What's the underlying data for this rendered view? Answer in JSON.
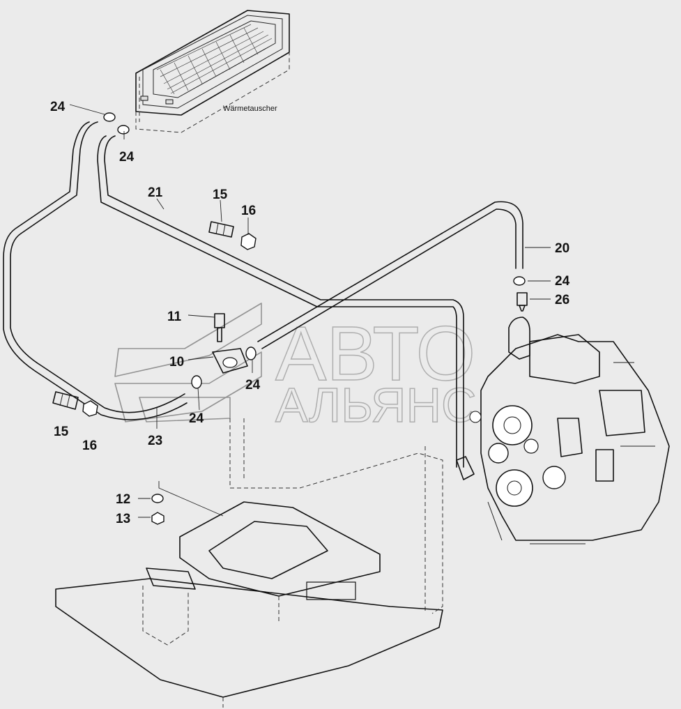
{
  "diagram": {
    "component_label": "Wärmetauscher",
    "watermark_line1": "АВТО",
    "watermark_line2": "АЛЬЯНС",
    "callouts": [
      {
        "id": "c24a",
        "text": "24"
      },
      {
        "id": "c24b",
        "text": "24"
      },
      {
        "id": "c21",
        "text": "21"
      },
      {
        "id": "c15a",
        "text": "15"
      },
      {
        "id": "c16a",
        "text": "16"
      },
      {
        "id": "c20",
        "text": "20"
      },
      {
        "id": "c24c",
        "text": "24"
      },
      {
        "id": "c26",
        "text": "26"
      },
      {
        "id": "c11",
        "text": "11"
      },
      {
        "id": "c10",
        "text": "10"
      },
      {
        "id": "c24d",
        "text": "24"
      },
      {
        "id": "c24e",
        "text": "24"
      },
      {
        "id": "c15b",
        "text": "15"
      },
      {
        "id": "c16b",
        "text": "16"
      },
      {
        "id": "c23",
        "text": "23"
      },
      {
        "id": "c12",
        "text": "12"
      },
      {
        "id": "c13",
        "text": "13"
      }
    ]
  }
}
